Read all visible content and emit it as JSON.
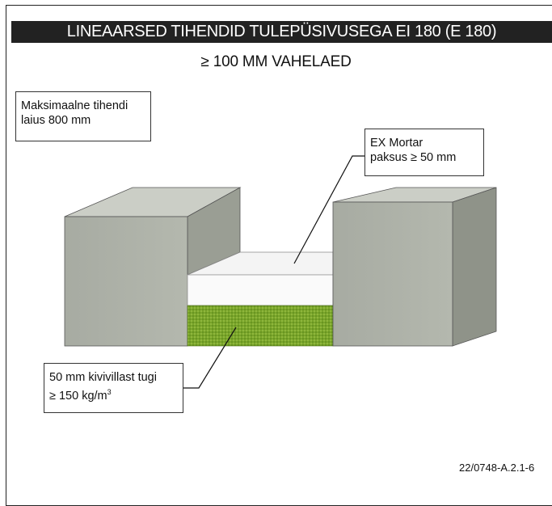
{
  "title": "LINEAARSED TIHENDID TULEPÜSIVUSEGA EI 180 (E 180)",
  "subtitle": "≥ 100 MM VAHELAED",
  "note_width": {
    "line1": "Maksimaalne tihendi",
    "line2": "laius 800 mm"
  },
  "note_mortar": {
    "line1": "EX Mortar",
    "line2": "paksus ≥ 50 mm"
  },
  "note_support": {
    "line1": "50 mm kivivillast tugi",
    "line2_prefix": "≥ 150 kg/m",
    "line2_sup": "3"
  },
  "ref_code": "22/0748-A.2.1-6",
  "colors": {
    "block_front": "#a9ada4",
    "block_top": "#cbcec6",
    "block_side": "#8f9389",
    "mortar": "#f2f2f2",
    "mineral_wool": "#7aa52a",
    "title_bg": "#222222"
  }
}
